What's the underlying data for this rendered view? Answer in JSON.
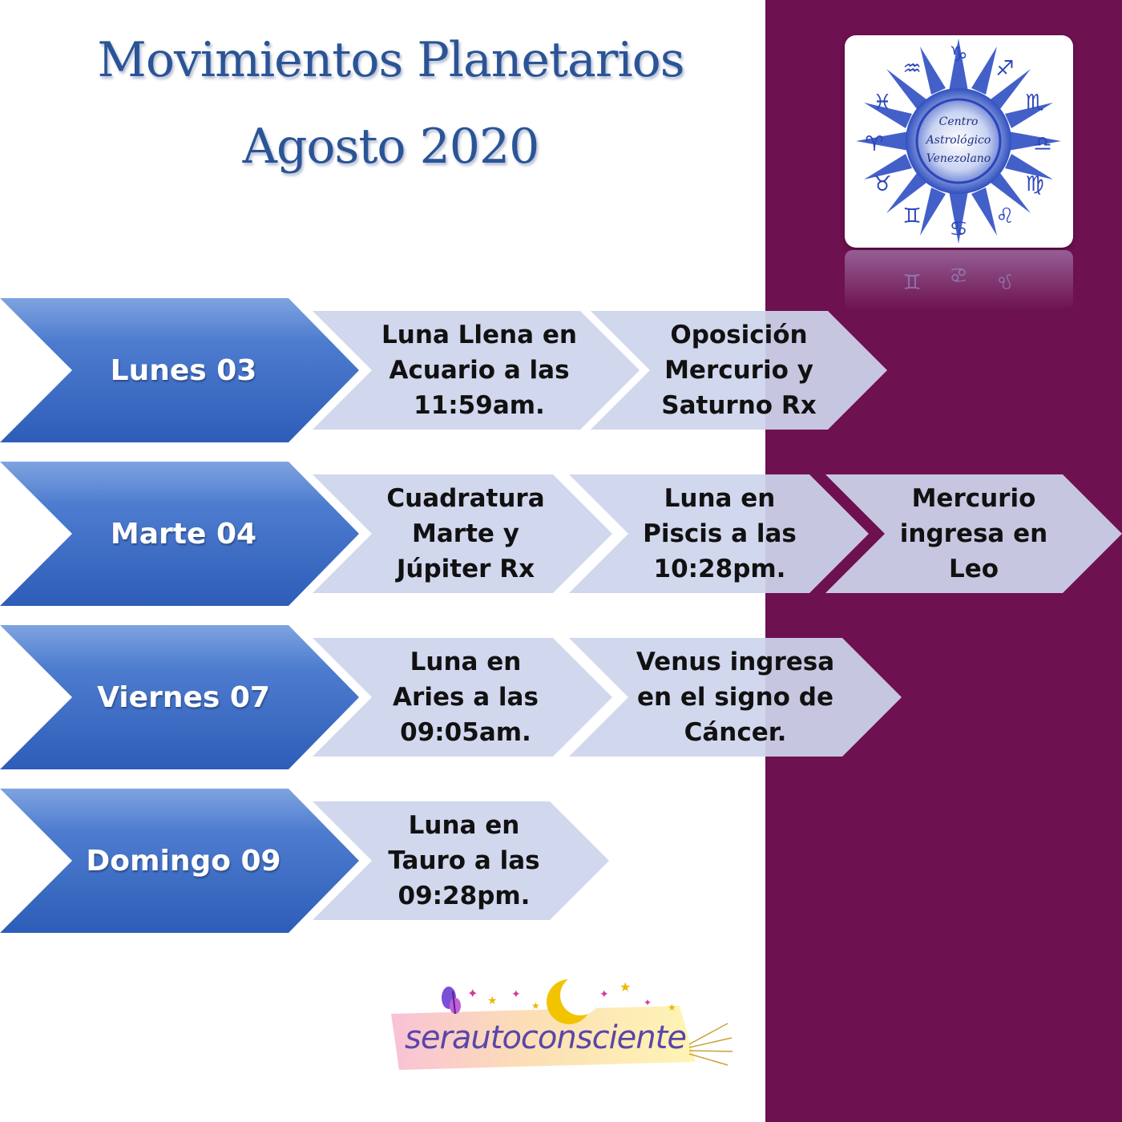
{
  "title": {
    "line1": "Movimientos Planetarios",
    "line2": "Agosto 2020"
  },
  "logo": {
    "line1": "Centro",
    "line2": "Astrológico",
    "line3": "Venezolano",
    "icon": "zodiac-wheel-icon"
  },
  "rows": [
    {
      "day": "Lunes 03",
      "events": [
        "Luna Llena en\nAcuario a las\n11:59am.",
        "Oposición\nMercurio y\nSaturno Rx"
      ]
    },
    {
      "day": "Marte 04",
      "events": [
        "Cuadratura\nMarte y\nJúpiter Rx",
        "Luna en\nPiscis a las\n10:28pm.",
        "Mercurio\ningresa en\nLeo"
      ]
    },
    {
      "day": "Viernes 07",
      "events": [
        "Luna en\nAries a las\n09:05am.",
        "Venus ingresa\nen el signo de\nCáncer."
      ]
    },
    {
      "day": "Domingo 09",
      "events": [
        "Luna en\nTauro a las\n09:28pm."
      ]
    }
  ],
  "brand": {
    "text": "serautoconsciente",
    "icons": [
      "butterfly-icon",
      "crescent-moon-icon",
      "stars-icon"
    ]
  },
  "colors": {
    "purple_panel": "#6d1150",
    "title": "#2a5496",
    "day_chevron": "#2e5db8",
    "event_chevron": "#cdd4ec"
  }
}
